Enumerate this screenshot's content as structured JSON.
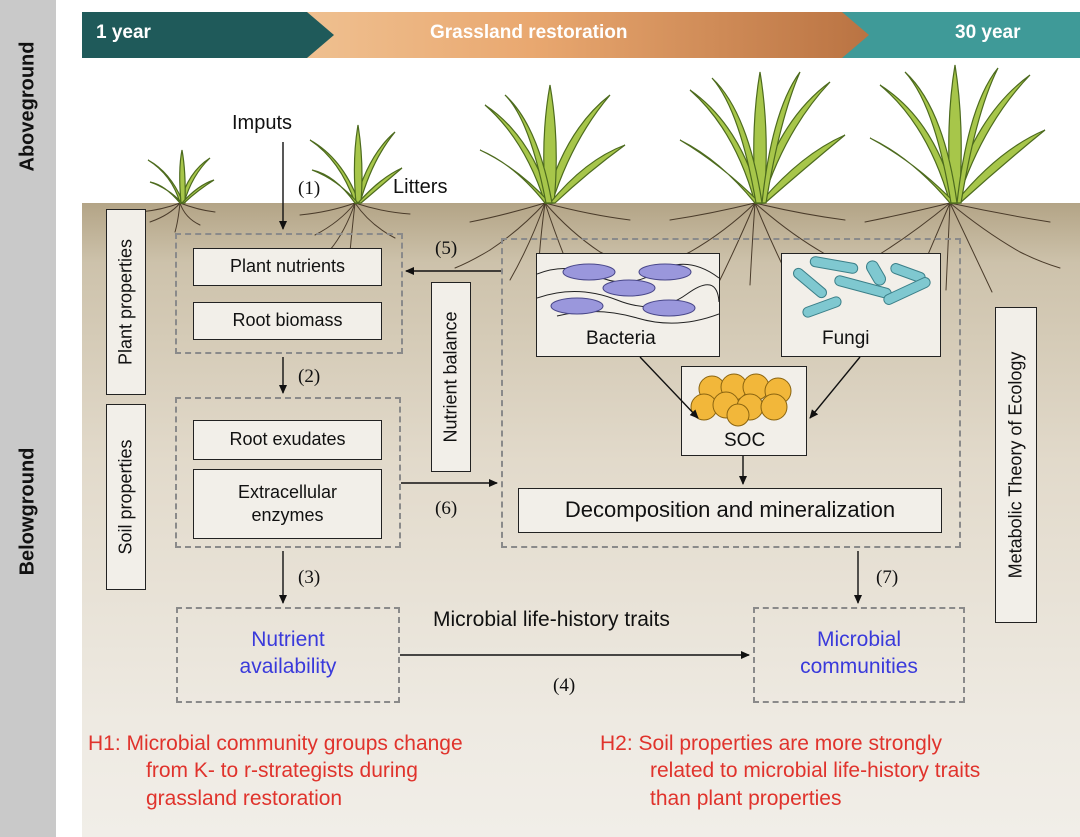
{
  "timeline": {
    "start_label": "1 year",
    "middle_label": "Grassland restoration",
    "end_label": "30 year"
  },
  "side_labels": {
    "aboveground": "Aboveground",
    "belowground": "Belowground"
  },
  "labels": {
    "inputs": "Imputs",
    "litters": "Litters",
    "plant_properties": "Plant properties",
    "soil_properties": "Soil properties",
    "nutrient_balance": "Nutrient balance",
    "metabolic_theory": "Metabolic Theory of Ecology",
    "life_history": "Microbial life-history traits"
  },
  "boxes": {
    "plant_nutrients": "Plant nutrients",
    "root_biomass": "Root biomass",
    "root_exudates": "Root exudates",
    "enzymes_line1": "Extracellular",
    "enzymes_line2": "enzymes",
    "bacteria": "Bacteria",
    "fungi": "Fungi",
    "soc": "SOC",
    "decomposition": "Decomposition and mineralization"
  },
  "outcomes": {
    "nutrient_line1": "Nutrient",
    "nutrient_line2": "availability",
    "microbial_line1": "Microbial",
    "microbial_line2": "communities"
  },
  "steps": [
    "(1)",
    "(2)",
    "(3)",
    "(4)",
    "(5)",
    "(6)",
    "(7)"
  ],
  "hypotheses": {
    "h1_line1": "H1:  Microbial community groups change",
    "h1_line2": "from K- to r-strategists during",
    "h1_line3": "grassland restoration",
    "h2_line1": "H2: Soil properties are more  strongly",
    "h2_line2": "related to microbial life-history traits",
    "h2_line3": "than plant properties"
  },
  "colors": {
    "timeline_dark": "#1f5a5a",
    "timeline_teal": "#3f9a98",
    "timeline_light": "#f2c99a",
    "timeline_brown": "#a65a2c",
    "hypothesis_red": "#e0332c",
    "outcome_blue": "#3a3adb",
    "bacteria_purple": "#9a97dc",
    "fungi_blue": "#7fc8d0",
    "soc_yellow": "#f2b73a"
  }
}
